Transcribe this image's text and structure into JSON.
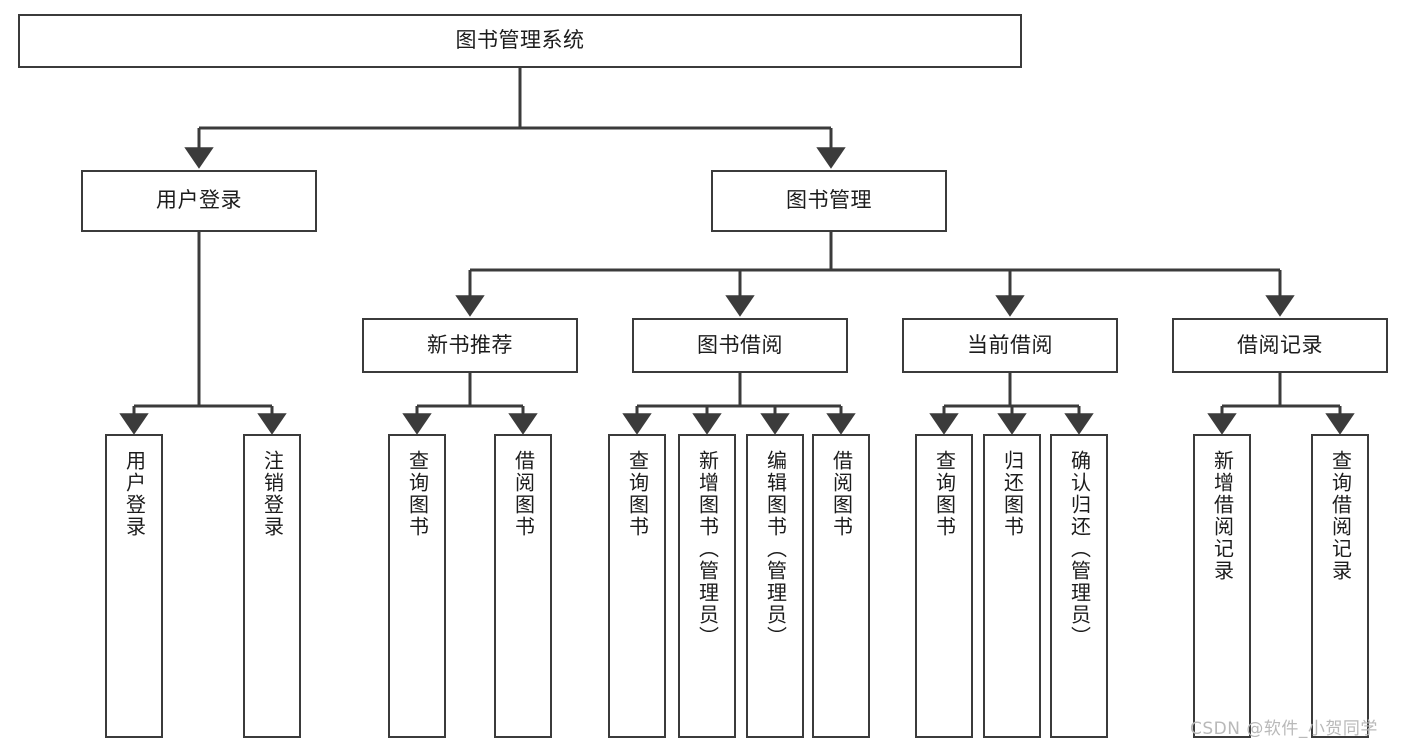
{
  "diagram": {
    "type": "tree-hierarchy",
    "title": "图书管理系统",
    "orientation": "top-down",
    "colors": {
      "node_border": "#3b3b3b",
      "node_fill": "#ffffff",
      "edge": "#3b3b3b",
      "text": "#1c1c1c",
      "watermark": "#b9b9b9",
      "background": "#ffffff"
    },
    "nodes": {
      "root": {
        "label": "图书管理系统"
      },
      "level2": [
        {
          "id": "user-login",
          "label": "用户登录"
        },
        {
          "id": "book-management",
          "label": "图书管理"
        }
      ],
      "level3": [
        {
          "id": "new-book-recommend",
          "label": "新书推荐"
        },
        {
          "id": "book-borrow",
          "label": "图书借阅"
        },
        {
          "id": "current-borrow",
          "label": "当前借阅"
        },
        {
          "id": "borrow-record",
          "label": "借阅记录"
        }
      ],
      "leaves": {
        "user-login": [
          {
            "id": "leaf-user-login",
            "label": "用户登录"
          },
          {
            "id": "leaf-logout-login",
            "label": "注销登录"
          }
        ],
        "new-book-recommend": [
          {
            "id": "leaf-query-book-1",
            "label": "查询图书"
          },
          {
            "id": "leaf-borrow-book-1",
            "label": "借阅图书"
          }
        ],
        "book-borrow": [
          {
            "id": "leaf-query-book-2",
            "label": "查询图书"
          },
          {
            "id": "leaf-add-book-admin",
            "label": "新增图书（管理员）"
          },
          {
            "id": "leaf-edit-book-admin",
            "label": "编辑图书（管理员）"
          },
          {
            "id": "leaf-borrow-book-2",
            "label": "借阅图书"
          }
        ],
        "current-borrow": [
          {
            "id": "leaf-query-book-3",
            "label": "查询图书"
          },
          {
            "id": "leaf-return-book",
            "label": "归还图书"
          },
          {
            "id": "leaf-confirm-return-admin",
            "label": "确认归还（管理员）"
          }
        ],
        "borrow-record": [
          {
            "id": "leaf-add-borrow-record",
            "label": "新增借阅记录"
          },
          {
            "id": "leaf-query-borrow-record",
            "label": "查询借阅记录"
          }
        ]
      }
    },
    "watermark": "CSDN @软件_小贺同学"
  }
}
